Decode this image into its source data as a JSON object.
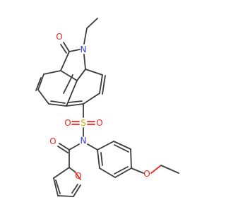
{
  "molecule": {
    "atoms": {
      "o_ketone": {
        "symbol": "O",
        "color": "#e8281e"
      },
      "n_ring": {
        "symbol": "N",
        "color": "#3040d8"
      },
      "s_sulfonyl": {
        "symbol": "S",
        "color": "#c8b400"
      },
      "o_sulfonyl_left": {
        "symbol": "O",
        "color": "#e8281e"
      },
      "o_sulfonyl_right": {
        "symbol": "O",
        "color": "#e8281e"
      },
      "n_amide": {
        "symbol": "N",
        "color": "#3040d8"
      },
      "o_amide": {
        "symbol": "O",
        "color": "#e8281e"
      },
      "o_furan": {
        "symbol": "O",
        "color": "#e8281e"
      },
      "o_ether": {
        "symbol": "O",
        "color": "#e8281e"
      }
    },
    "bond_color": "#3c3c3c"
  }
}
